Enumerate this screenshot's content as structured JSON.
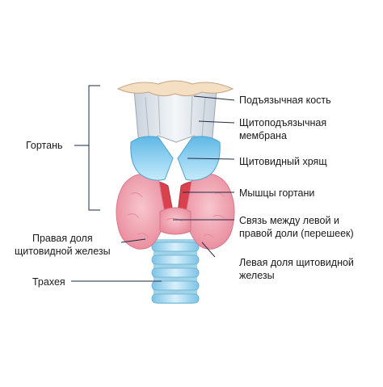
{
  "labels": {
    "hyoid_bone": "Подъязычная кость",
    "thyrohyoid_membrane_1": "Щитоподъязычная",
    "thyrohyoid_membrane_2": "мембрана",
    "thyroid_cartilage": "Щитовидный хрящ",
    "laryngeal_muscles": "Мышцы гортани",
    "isthmus_1": "Связь между левой и",
    "isthmus_2": "правой доли (перешеек)",
    "left_lobe_1": "Левая доля щитовидной",
    "left_lobe_2": "железы",
    "larynx": "Гортань",
    "right_lobe_1": "Правая доля",
    "right_lobe_2": "щитовидной железы",
    "trachea": "Трахея"
  },
  "colors": {
    "hyoid": "#f5dfc3",
    "membrane": "#dfe6ee",
    "cartilage": "#8fd0f0",
    "thyroid_gland": "#f3a9b6",
    "muscle": "#d9414e",
    "trachea": "#a9dcf2",
    "line": "#1f2a44"
  }
}
